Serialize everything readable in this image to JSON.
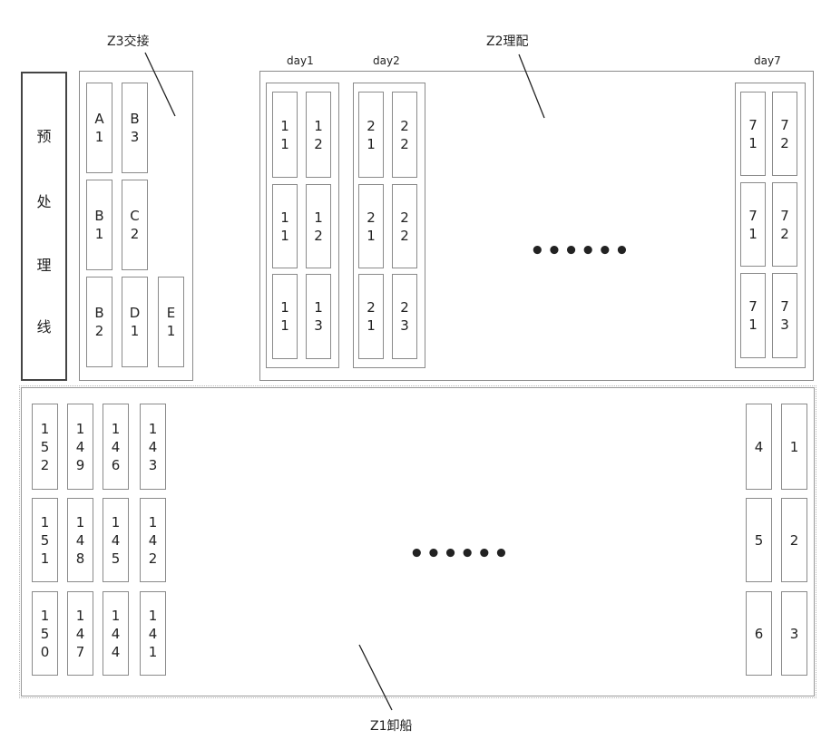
{
  "labels": {
    "z3": "Z3交接",
    "z2": "Z2理配",
    "z1": "Z1卸船"
  },
  "pre_line": [
    "预",
    "处",
    "理",
    "线"
  ],
  "days": [
    "day1",
    "day2",
    "day7"
  ],
  "ellipsis": "••••••",
  "z3_cells": {
    "a1": "A 1",
    "b3": "B 3",
    "b1": "B 1",
    "c2": "C 2",
    "b2": "B 2",
    "d1": "D 1",
    "e1": "E 1"
  },
  "day1_cells": [
    "1 1",
    "1 2",
    "1 1",
    "1 2",
    "1 1",
    "1 3"
  ],
  "day2_cells": [
    "2 1",
    "2 2",
    "2 1",
    "2 2",
    "2 1",
    "2 3"
  ],
  "day7_cells": [
    "7 1",
    "7 2",
    "7 1",
    "7 2",
    "7 1",
    "7 3"
  ],
  "z1_left_cells": [
    [
      "1 5 2",
      "1 4 9",
      "1 4 6",
      "1 4 3"
    ],
    [
      "1 5 1",
      "1 4 8",
      "1 4 5",
      "1 4 2"
    ],
    [
      "1 5 0",
      "1 4 7",
      "1 4 4",
      "1 4 1"
    ]
  ],
  "z1_right_cells": [
    [
      "4",
      "1"
    ],
    [
      "5",
      "2"
    ],
    [
      "6",
      "3"
    ]
  ]
}
